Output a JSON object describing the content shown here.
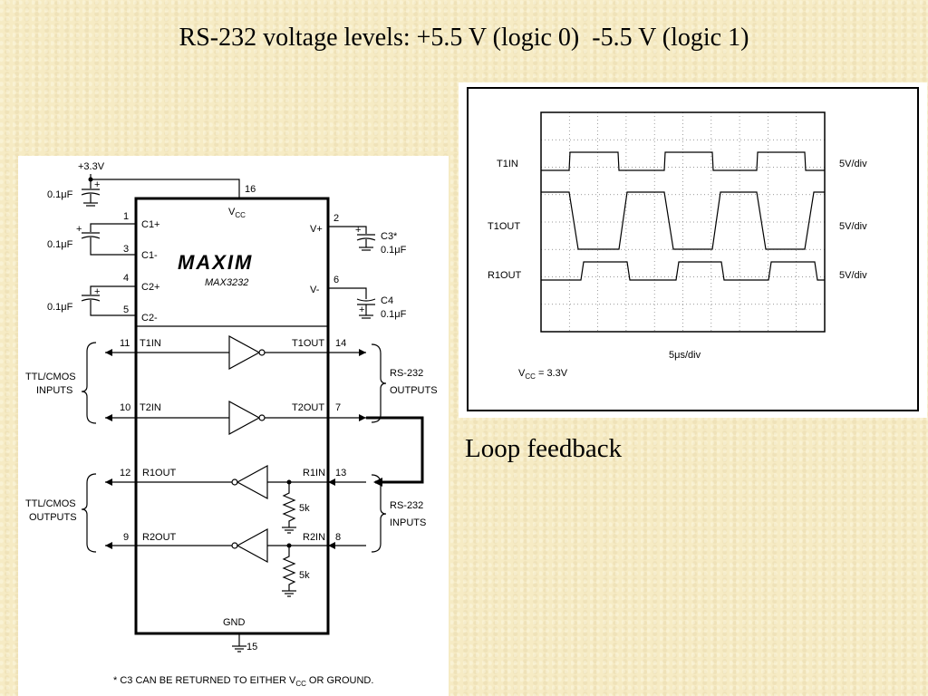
{
  "slide": {
    "title": "RS-232 voltage levels: +5.5 V (logic 0)  -5.5 V (logic 1)",
    "caption": "Loop feedback"
  },
  "schematic": {
    "supply": "+3.3V",
    "cap_value": "0.1μF",
    "chip_logo": "MAXIM",
    "chip_part": "MAX3232",
    "vcc": "V",
    "vcc_sub": "CC",
    "gnd": "GND",
    "pins": {
      "p1": "1",
      "p2": "2",
      "p3": "3",
      "p4": "4",
      "p5": "5",
      "p6": "6",
      "p7": "7",
      "p8": "8",
      "p9": "9",
      "p10": "10",
      "p11": "11",
      "p12": "12",
      "p13": "13",
      "p14": "14",
      "p15": "15",
      "p16": "16"
    },
    "pin_names": {
      "c1p": "C1+",
      "c1m": "C1-",
      "c2p": "C2+",
      "c2m": "C2-",
      "vp": "V+",
      "vm": "V-",
      "t1in": "T1IN",
      "t2in": "T2IN",
      "t1out": "T1OUT",
      "t2out": "T2OUT",
      "r1out": "R1OUT",
      "r2out": "R2OUT",
      "r1in": "R1IN",
      "r2in": "R2IN"
    },
    "c3": "C3*",
    "c4": "C4",
    "c3_value": "0.1μF",
    "c4_value": "0.1μF",
    "resistor": "5k",
    "groups": {
      "ttl_inputs_1": "TTL/CMOS",
      "ttl_inputs_2": "INPUTS",
      "ttl_outputs_1": "TTL/CMOS",
      "ttl_outputs_2": "OUTPUTS",
      "rs_outputs_1": "RS-232",
      "rs_outputs_2": "OUTPUTS",
      "rs_inputs_1": "RS-232",
      "rs_inputs_2": "INPUTS"
    },
    "footnote_a": "* C3 CAN BE RETURNED TO EITHER V",
    "footnote_sub": "CC",
    "footnote_b": " OR GROUND."
  },
  "scope": {
    "traces": [
      {
        "name": "T1IN",
        "scale": "5V/div"
      },
      {
        "name": "T1OUT",
        "scale": "5V/div"
      },
      {
        "name": "R1OUT",
        "scale": "5V/div"
      }
    ],
    "timebase": "5μs/div",
    "vcc_label": "V",
    "vcc_sub": "CC",
    "vcc_value": " = 3.3V"
  }
}
